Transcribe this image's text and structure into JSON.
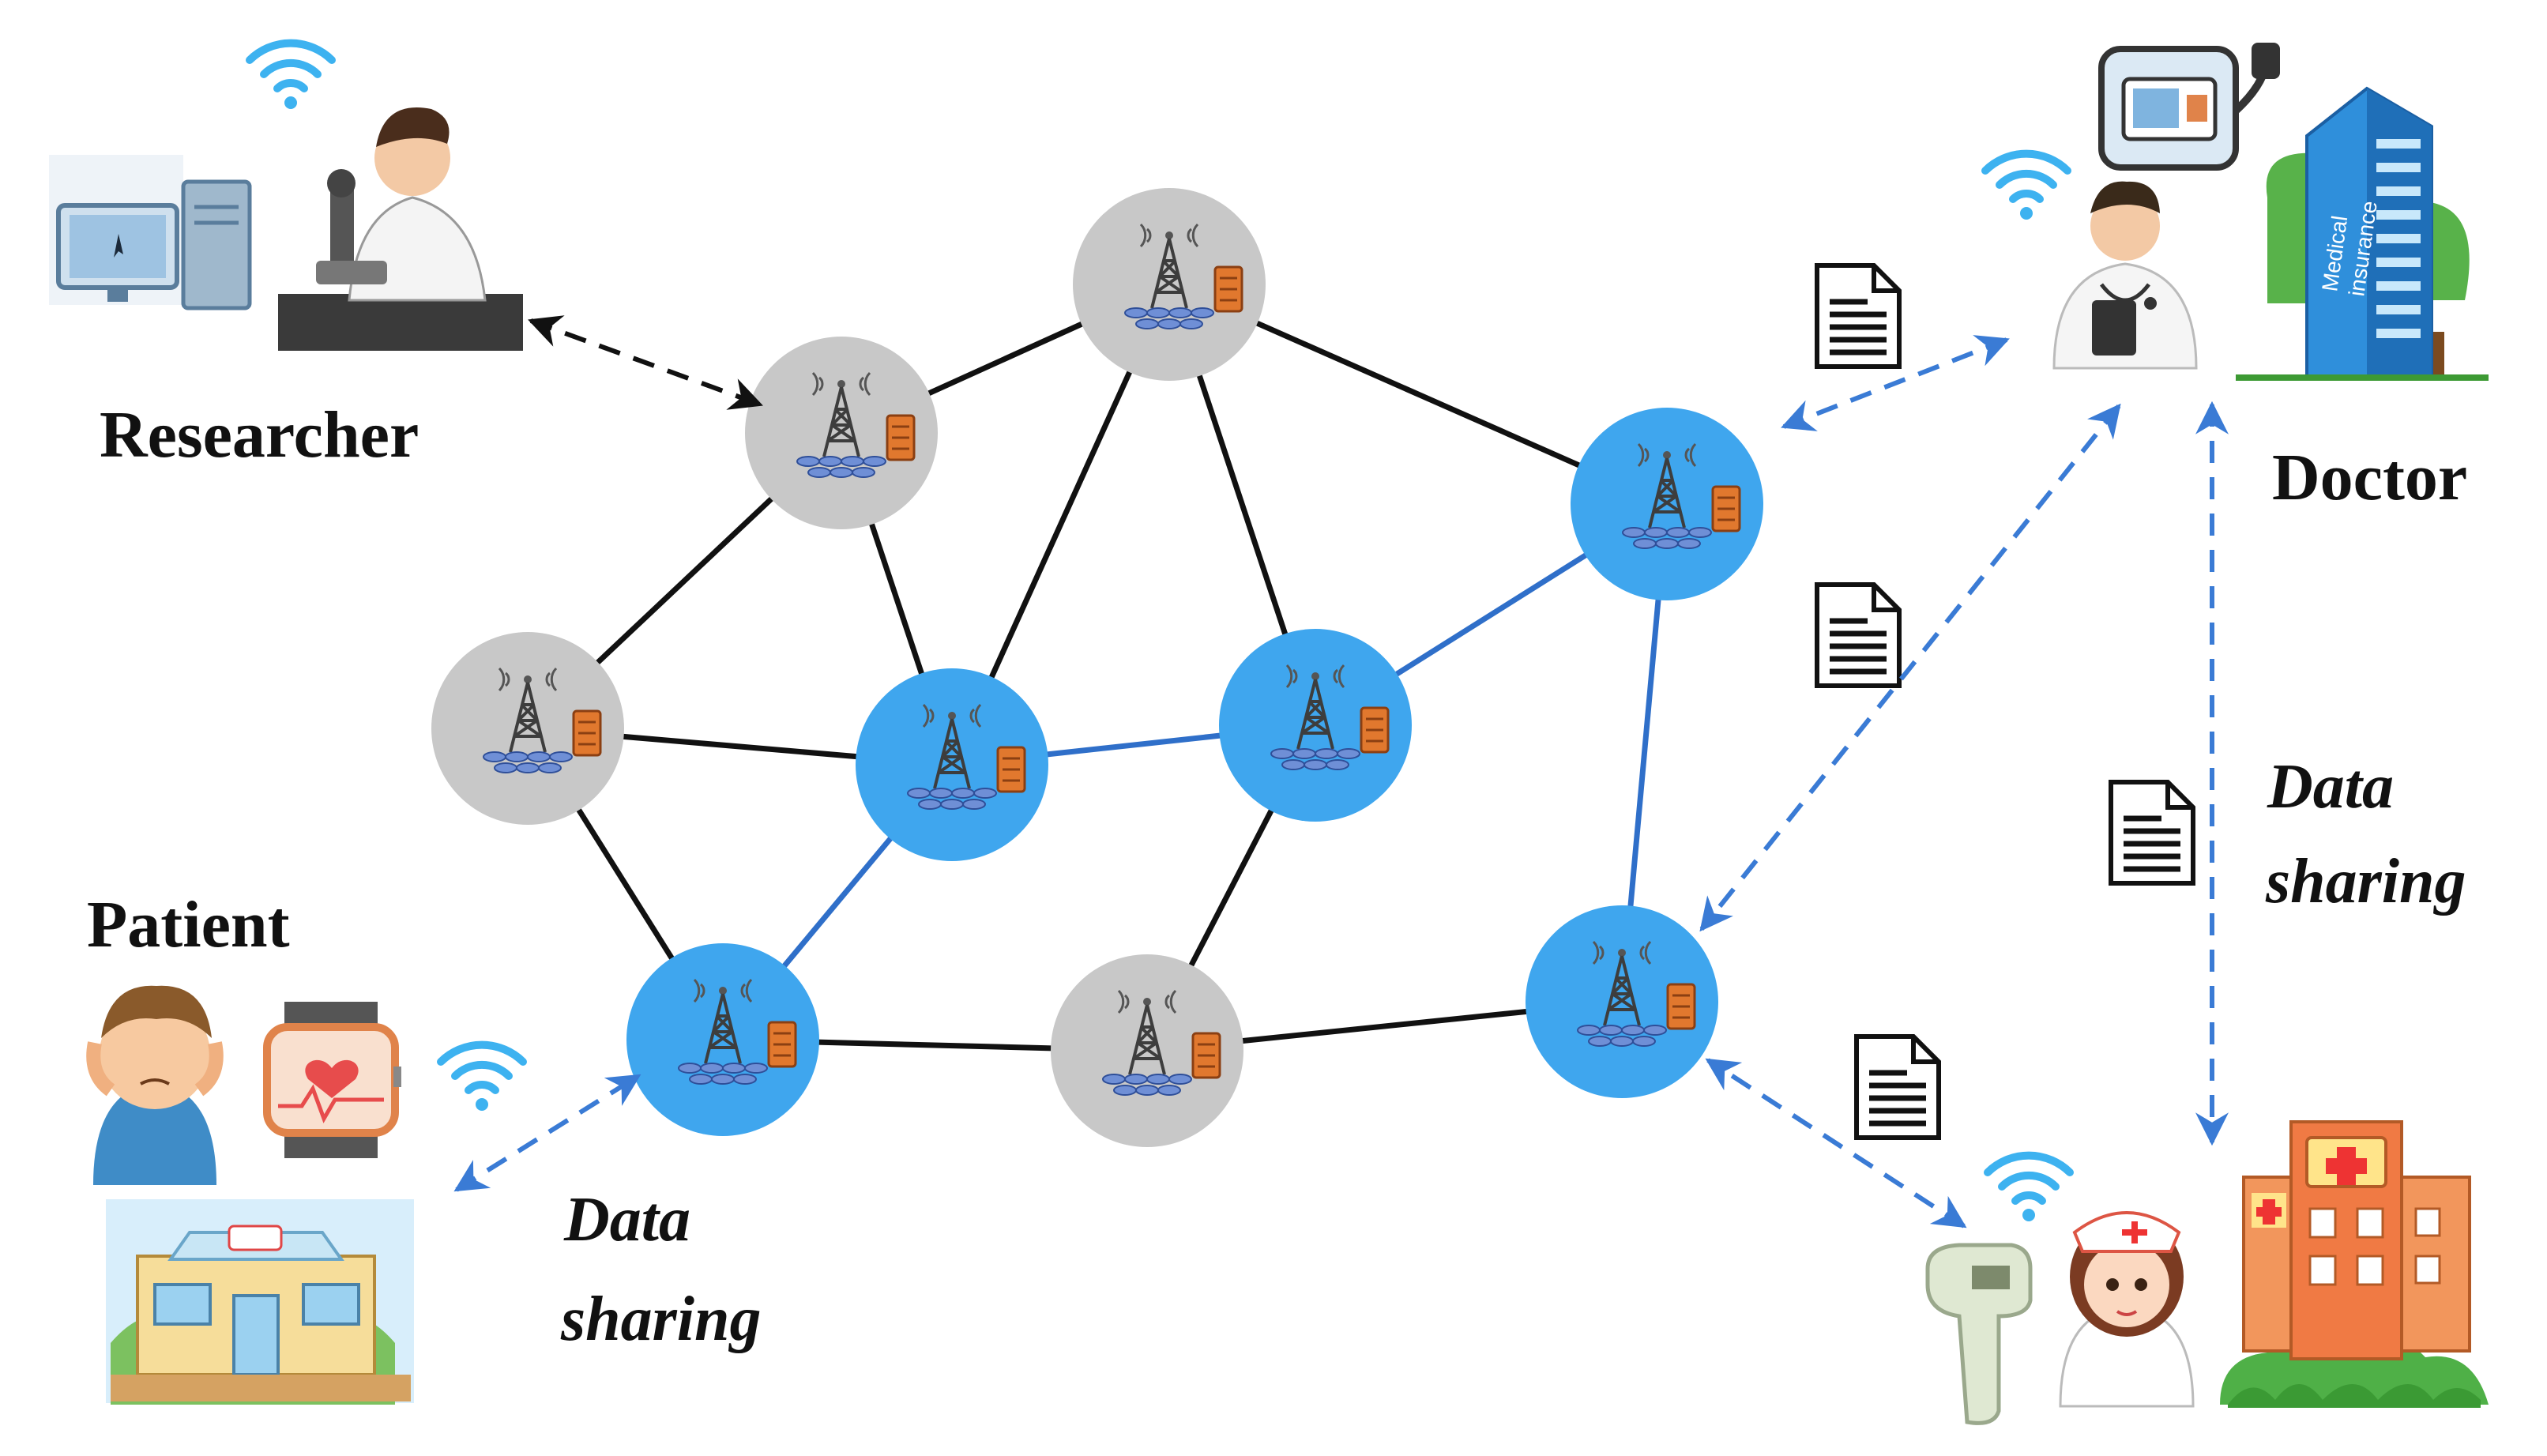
{
  "roles": {
    "researcher": "Researcher",
    "doctor": "Doctor",
    "patient": "Patient"
  },
  "data_sharing": {
    "line1": "Data",
    "line2": "sharing"
  },
  "building_label": {
    "line1": "Medical",
    "line2": "insurance"
  },
  "colors": {
    "active_node": "#3fa6ee",
    "inactive_node": "#c8c8c8",
    "link_black": "#111111",
    "link_blue": "#2f6fc9",
    "arrow_blue": "#3a7bd5",
    "arrow_black": "#111111",
    "wifi": "#3db2f0"
  },
  "nodes": [
    {
      "id": "n1",
      "state": "inactive"
    },
    {
      "id": "n2",
      "state": "inactive"
    },
    {
      "id": "n3",
      "state": "active"
    },
    {
      "id": "n4",
      "state": "inactive"
    },
    {
      "id": "n5",
      "state": "active"
    },
    {
      "id": "n6",
      "state": "active"
    },
    {
      "id": "n7",
      "state": "active"
    },
    {
      "id": "n8",
      "state": "inactive"
    },
    {
      "id": "n9",
      "state": "active"
    }
  ],
  "links": [
    {
      "from": "n1",
      "to": "n2",
      "style": "black"
    },
    {
      "from": "n1",
      "to": "n4",
      "style": "black"
    },
    {
      "from": "n1",
      "to": "n5",
      "style": "black"
    },
    {
      "from": "n2",
      "to": "n3",
      "style": "black"
    },
    {
      "from": "n2",
      "to": "n5",
      "style": "black"
    },
    {
      "from": "n2",
      "to": "n6",
      "style": "black"
    },
    {
      "from": "n4",
      "to": "n5",
      "style": "black"
    },
    {
      "from": "n4",
      "to": "n7",
      "style": "black"
    },
    {
      "from": "n5",
      "to": "n6",
      "style": "blue"
    },
    {
      "from": "n5",
      "to": "n7",
      "style": "blue"
    },
    {
      "from": "n3",
      "to": "n6",
      "style": "blue"
    },
    {
      "from": "n3",
      "to": "n9",
      "style": "blue"
    },
    {
      "from": "n6",
      "to": "n8",
      "style": "black"
    },
    {
      "from": "n7",
      "to": "n8",
      "style": "black"
    },
    {
      "from": "n8",
      "to": "n9",
      "style": "black"
    }
  ]
}
